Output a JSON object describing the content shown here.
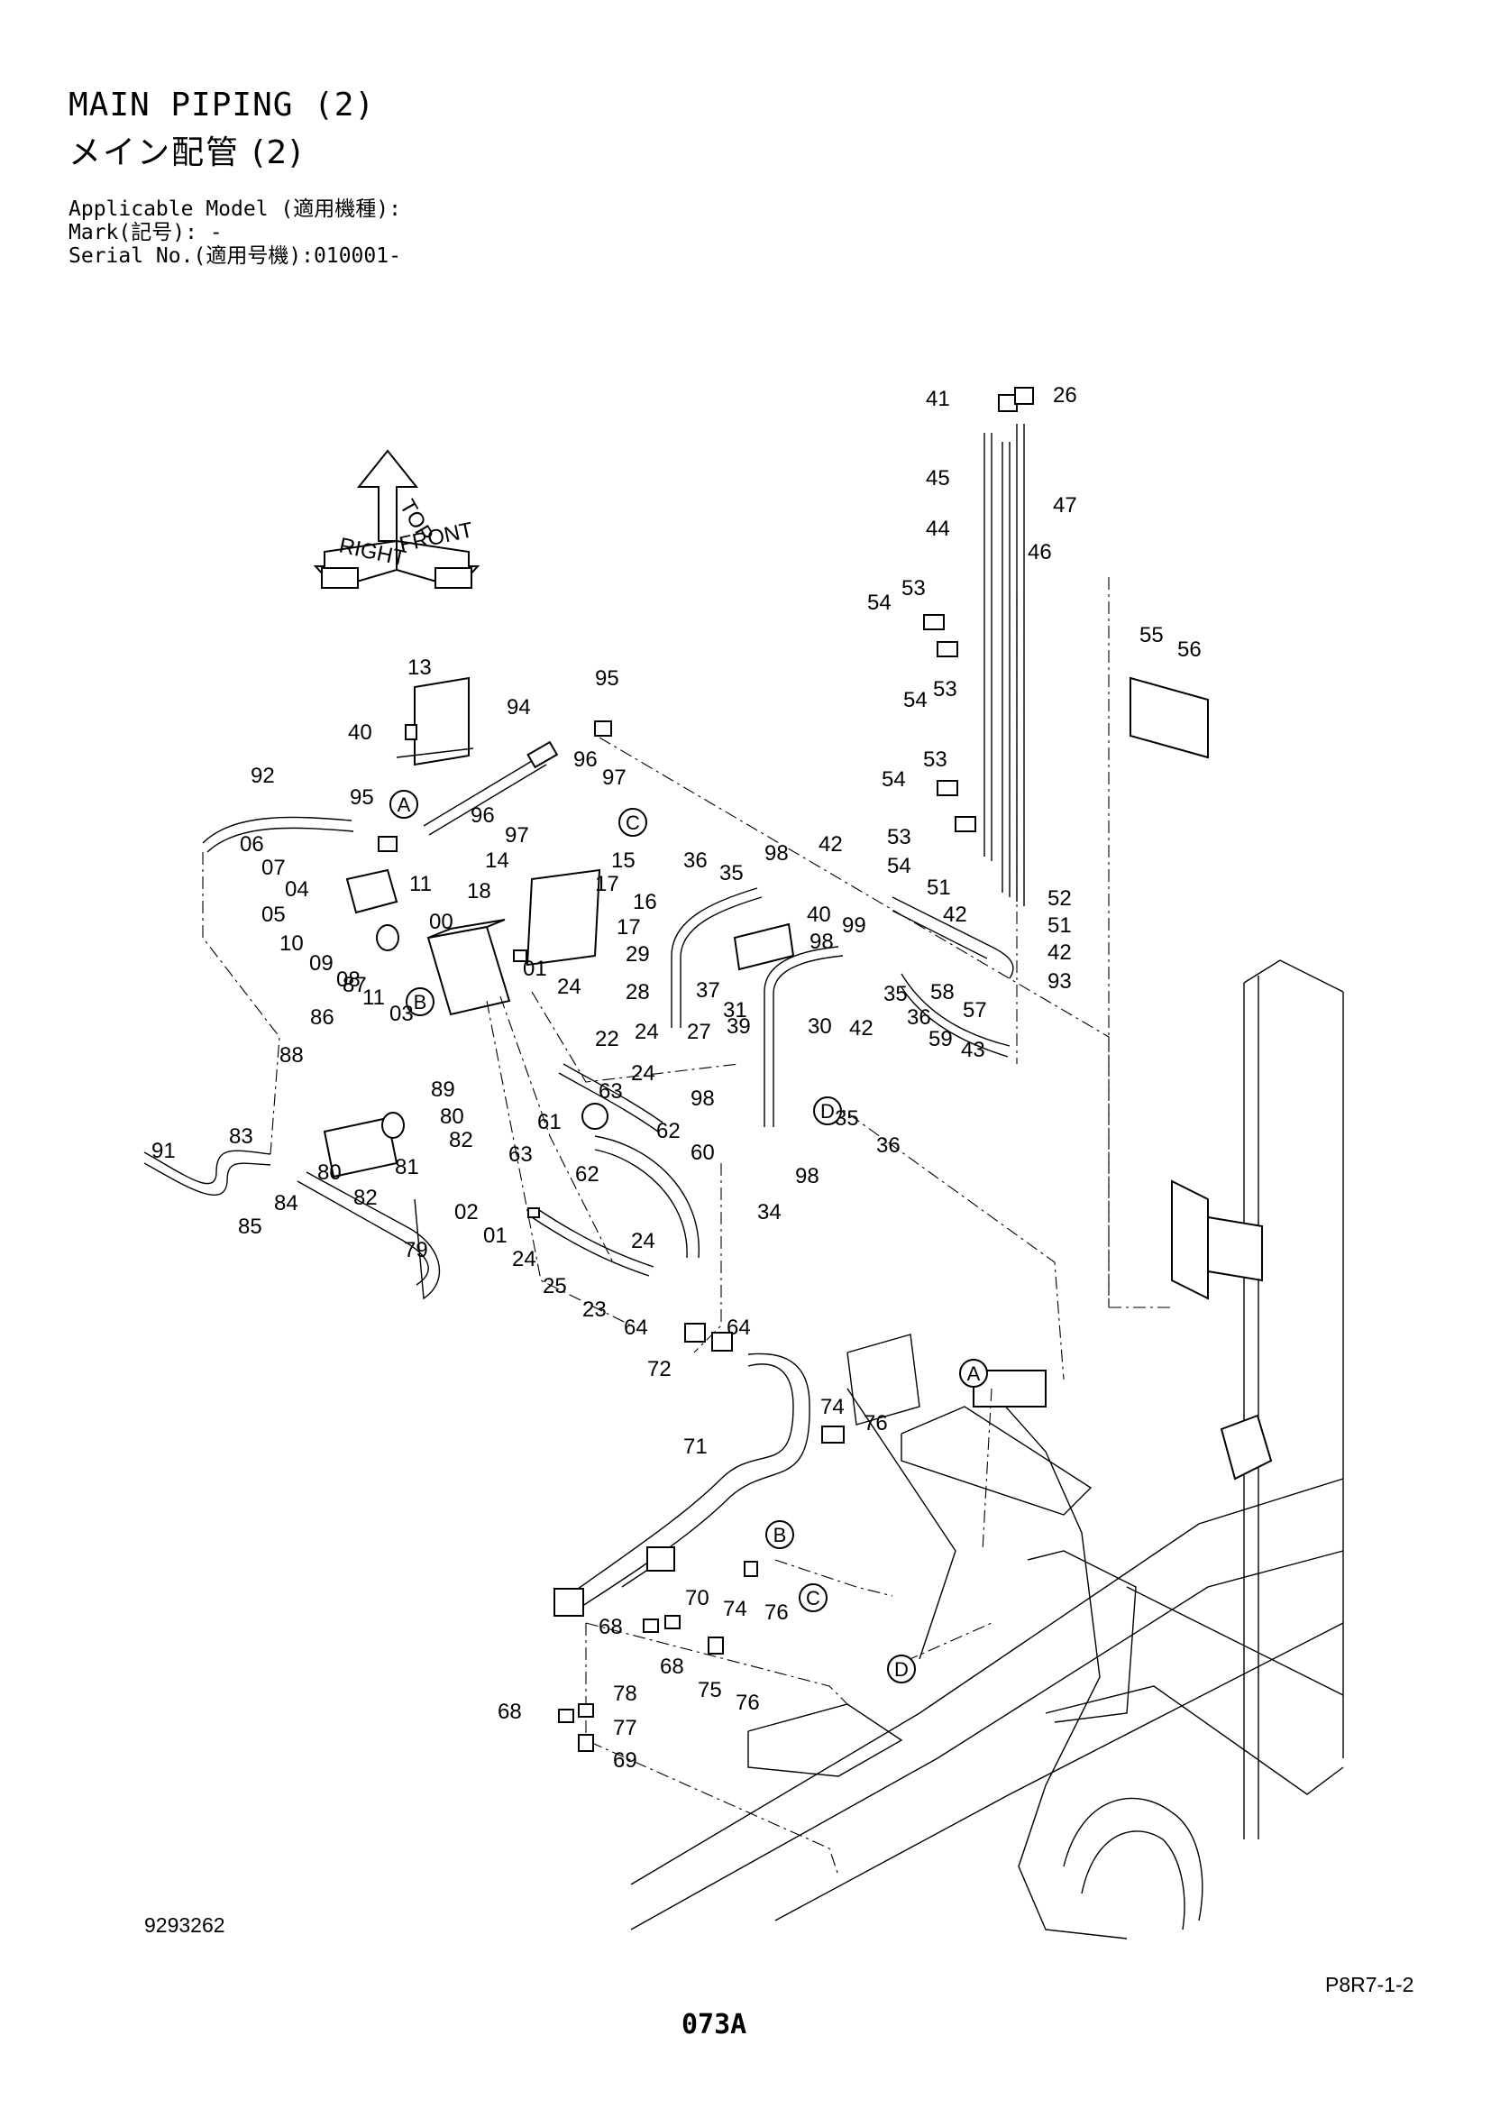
{
  "header": {
    "title_en": "MAIN PIPING (2)",
    "title_ja": "メイン配管 (2)",
    "applicable_model": "Applicable Model (適用機種):",
    "mark": "Mark(記号): -",
    "serial": "Serial No.(適用号機):010001-"
  },
  "orientation": {
    "top": "TOP",
    "right": "RIGHT",
    "front": "FRONT"
  },
  "callouts": [
    "A",
    "B",
    "C",
    "D",
    "A",
    "B",
    "C",
    "D"
  ],
  "part_labels": [
    "41",
    "26",
    "45",
    "47",
    "44",
    "46",
    "54",
    "53",
    "54",
    "53",
    "55",
    "56",
    "13",
    "95",
    "40",
    "94",
    "96",
    "97",
    "96",
    "97",
    "92",
    "95",
    "06",
    "07",
    "04",
    "05",
    "11",
    "10",
    "09",
    "08",
    "11",
    "03",
    "00",
    "01",
    "24",
    "14",
    "15",
    "17",
    "18",
    "16",
    "17",
    "36",
    "35",
    "98",
    "42",
    "40",
    "98",
    "29",
    "28",
    "37",
    "31",
    "99",
    "42",
    "35",
    "36",
    "53",
    "54",
    "53",
    "54",
    "51",
    "42",
    "52",
    "51",
    "42",
    "93",
    "58",
    "57",
    "59",
    "43",
    "22",
    "24",
    "27",
    "39",
    "30",
    "24",
    "98",
    "63",
    "62",
    "61",
    "63",
    "62",
    "60",
    "35",
    "36",
    "98",
    "34",
    "87",
    "86",
    "88",
    "89",
    "80",
    "82",
    "80",
    "81",
    "82",
    "79",
    "91",
    "83",
    "84",
    "85",
    "02",
    "01",
    "24",
    "25",
    "23",
    "24",
    "64",
    "64",
    "72",
    "71",
    "74",
    "76",
    "70",
    "74",
    "76",
    "68",
    "68",
    "75",
    "76",
    "78",
    "68",
    "77",
    "69"
  ],
  "footer": {
    "drawing_number": "9293262",
    "page_ref": "P8R7-1-2",
    "page_number": "073A"
  }
}
